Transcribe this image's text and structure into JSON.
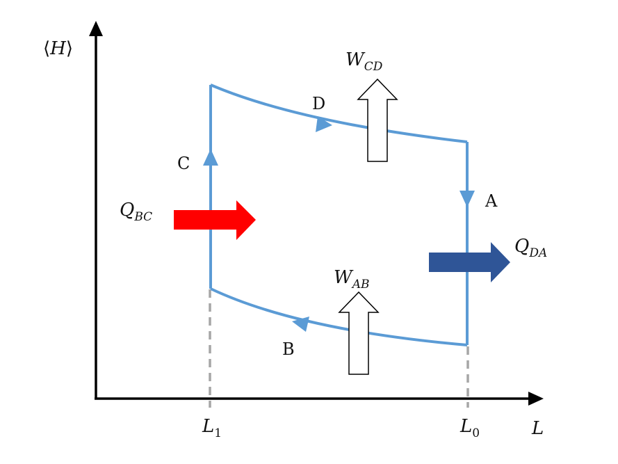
{
  "axes": {
    "y_label": {
      "open": "⟨",
      "var": "H",
      "close": "⟩"
    },
    "x_label": "L",
    "tick_L1": {
      "base": "L",
      "sub": "1"
    },
    "tick_L0": {
      "base": "L",
      "sub": "0"
    }
  },
  "cycle": {
    "stroke_color": "#5b9bd5",
    "labels": {
      "A": "A",
      "B": "B",
      "C": "C",
      "D": "D"
    }
  },
  "heat": {
    "Q_BC": {
      "base": "Q",
      "sub": "BC",
      "color": "#ff0000"
    },
    "Q_DA": {
      "base": "Q",
      "sub": "DA",
      "color": "#2f5597"
    }
  },
  "work": {
    "W_AB": {
      "base": "W",
      "sub": "AB"
    },
    "W_CD": {
      "base": "W",
      "sub": "CD"
    }
  },
  "colors": {
    "axis": "#000000",
    "dashed": "#a6a6a6"
  }
}
